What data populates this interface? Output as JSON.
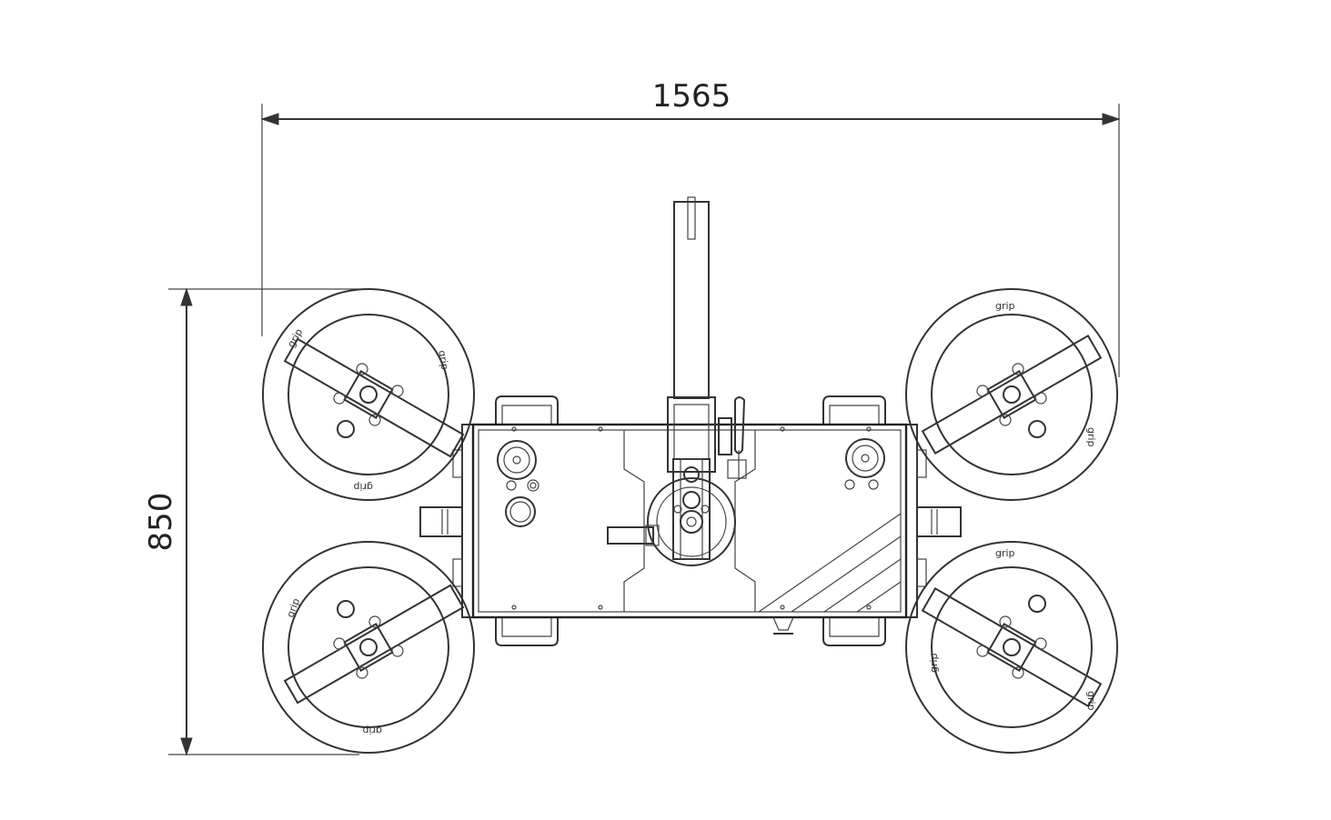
{
  "dimensions": {
    "width_label": "1565",
    "height_label": "850"
  },
  "pad_text": "grip",
  "colors": {
    "line": "#333333",
    "background": "#ffffff"
  },
  "pads": [
    {
      "id": "top-left"
    },
    {
      "id": "bottom-left"
    },
    {
      "id": "top-right"
    },
    {
      "id": "bottom-right"
    }
  ]
}
